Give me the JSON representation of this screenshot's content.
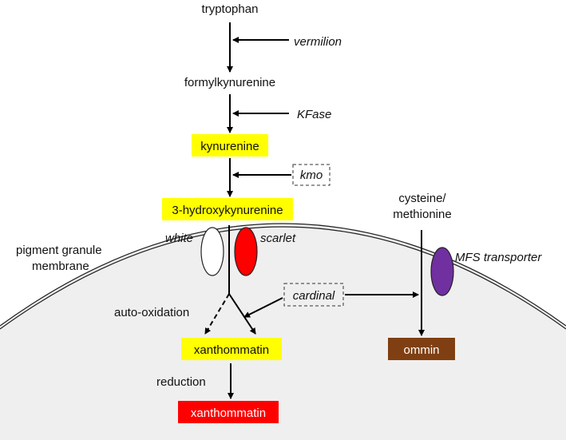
{
  "metabolites": {
    "tryptophan": "tryptophan",
    "formylkynurenine": "formylkynurenine",
    "kynurenine": "kynurenine",
    "hydroxykynurenine": "3-hydroxykynurenine",
    "cysteine_methionine_line1": "cysteine/",
    "cysteine_methionine_line2": "methionine",
    "xanthommatin_yellow": "xanthommatin",
    "xanthommatin_red": "xanthommatin",
    "ommin": "ommin"
  },
  "genes": {
    "vermilion": "vermilion",
    "kfase": "KFase",
    "kmo": "kmo",
    "white": "white",
    "scarlet": "scarlet",
    "cardinal": "cardinal",
    "mfs_transporter": "MFS transporter"
  },
  "labels": {
    "membrane_line1": "pigment granule",
    "membrane_line2": "membrane",
    "auto_oxidation": "auto-oxidation",
    "reduction": "reduction"
  },
  "colors": {
    "highlight_yellow": "#ffff00",
    "xanthommatin_red_box": "#ff0000",
    "ommin_box": "#7f3f12",
    "scarlet_fill": "#ff0000",
    "white_fill": "#ffffff",
    "mfs_fill": "#7030a0",
    "granule_fill": "#efefef"
  }
}
